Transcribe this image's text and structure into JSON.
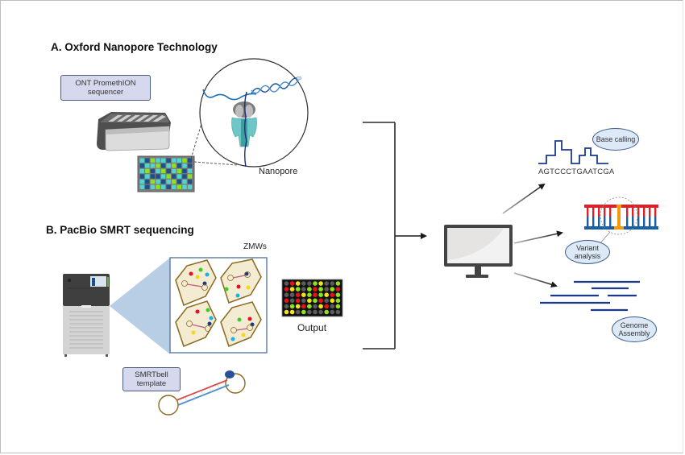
{
  "section_a": {
    "title": "A. Oxford Nanopore Technology",
    "device_label_line1": "ONT PromethION",
    "device_label_line2": "sequencer",
    "nanopore_label": "Nanopore",
    "flowcell_grid": [
      [
        "cyan",
        "navy",
        "lime",
        "cyan",
        "cyan",
        "navy",
        "cyan",
        "cyan",
        "lime",
        "navy"
      ],
      [
        "navy",
        "cyan",
        "cyan",
        "lime",
        "navy",
        "cyan",
        "lime",
        "navy",
        "cyan",
        "navy"
      ],
      [
        "cyan",
        "lime",
        "navy",
        "cyan",
        "lime",
        "navy",
        "cyan",
        "lime",
        "navy",
        "cyan"
      ],
      [
        "navy",
        "cyan",
        "navy",
        "navy",
        "cyan",
        "lime",
        "navy",
        "cyan",
        "navy",
        "lime"
      ],
      [
        "cyan",
        "navy",
        "lime",
        "cyan",
        "navy",
        "cyan",
        "lime",
        "navy",
        "cyan",
        "navy"
      ],
      [
        "cyan",
        "navy",
        "cyan",
        "lime",
        "cyan",
        "navy",
        "cyan",
        "lime",
        "cyan",
        "cyan"
      ]
    ]
  },
  "section_b": {
    "title": "B. PacBio SMRT sequencing",
    "zmws_label": "ZMWs",
    "output_label": "Output",
    "template_label_line1": "SMRTbell",
    "template_label_line2": "template",
    "output_grid": [
      [
        "gray",
        "red",
        "yellow",
        "gray",
        "gray",
        "lime",
        "yellow",
        "gray",
        "gray",
        "lime"
      ],
      [
        "red",
        "yellow",
        "lime",
        "gray",
        "lime",
        "red",
        "lime",
        "gray",
        "lime",
        "red"
      ],
      [
        "gray",
        "gray",
        "red",
        "yellow",
        "lime",
        "red",
        "lime",
        "yellow",
        "red",
        "lime"
      ],
      [
        "red",
        "gray",
        "red",
        "gray",
        "yellow",
        "lime",
        "red",
        "gray",
        "yellow",
        "lime"
      ],
      [
        "gray",
        "lime",
        "yellow",
        "red",
        "lime",
        "gray",
        "yellow",
        "red",
        "gray",
        "lime"
      ],
      [
        "yellow",
        "yellow",
        "gray",
        "lime",
        "gray",
        "gray",
        "gray",
        "lime",
        "gray",
        "gray"
      ]
    ]
  },
  "analysis": {
    "base_calling_label": "Base calling",
    "sequence": "AGTCCCTGAATCGA",
    "variant_label_line1": "Variant",
    "variant_label_line2": "analysis",
    "assembly_label_line1": "Genome",
    "assembly_label_line2": "Assembly"
  },
  "colors": {
    "cyan": "#4fd6cf",
    "navy": "#1e4f8a",
    "lime": "#8de21c",
    "red": "#e8101a",
    "yellow": "#f4e21a",
    "gray": "#5b5b5b",
    "dna_blue": "#1a5fa3",
    "read_navy": "#1b3a8c"
  }
}
